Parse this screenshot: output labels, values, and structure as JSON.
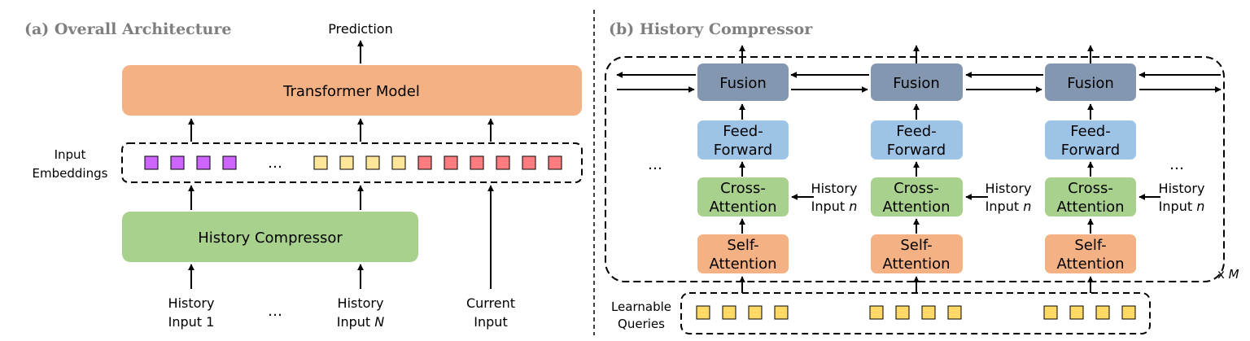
{
  "panel_a": {
    "title": "(a) Overall Architecture",
    "prediction": "Prediction",
    "transformer": "Transformer Model",
    "embeddings_label_1": "Input",
    "embeddings_label_2": "Embeddings",
    "ellipsis": "…",
    "compressor": "History Compressor",
    "history_1_line1": "History",
    "history_1_line2": "Input 1",
    "history_n_line1": "History",
    "history_n_line2_prefix": "Input ",
    "history_n_line2_var": "N",
    "current_line1": "Current",
    "current_line2": "Input"
  },
  "panel_b": {
    "title": "(b) History Compressor",
    "fusion": "Fusion",
    "ff_line1": "Feed-",
    "ff_line2": "Forward",
    "ca_line1": "Cross-",
    "ca_line2": "Attention",
    "sa_line1": "Self-",
    "sa_line2": "Attention",
    "hist_line1": "History",
    "hist_line2_prefix": "Input ",
    "hist_line2_var": "n",
    "ellipsis": "…",
    "repeat_prefix": "x ",
    "repeat_var": "M",
    "queries_line1": "Learnable",
    "queries_line2": "Queries"
  },
  "colors": {
    "transformer": "#f4b183",
    "compressor": "#a9d18e",
    "fusion": "#8497b0",
    "feed_forward": "#9dc3e6",
    "cross_attention": "#a9d18e",
    "self_attention": "#f4b183",
    "purple": "#cc66ff",
    "yellow": "#ffe699",
    "red": "#ff7c80",
    "query_yellow": "#ffd966",
    "title_gray": "#7f7f7f"
  }
}
